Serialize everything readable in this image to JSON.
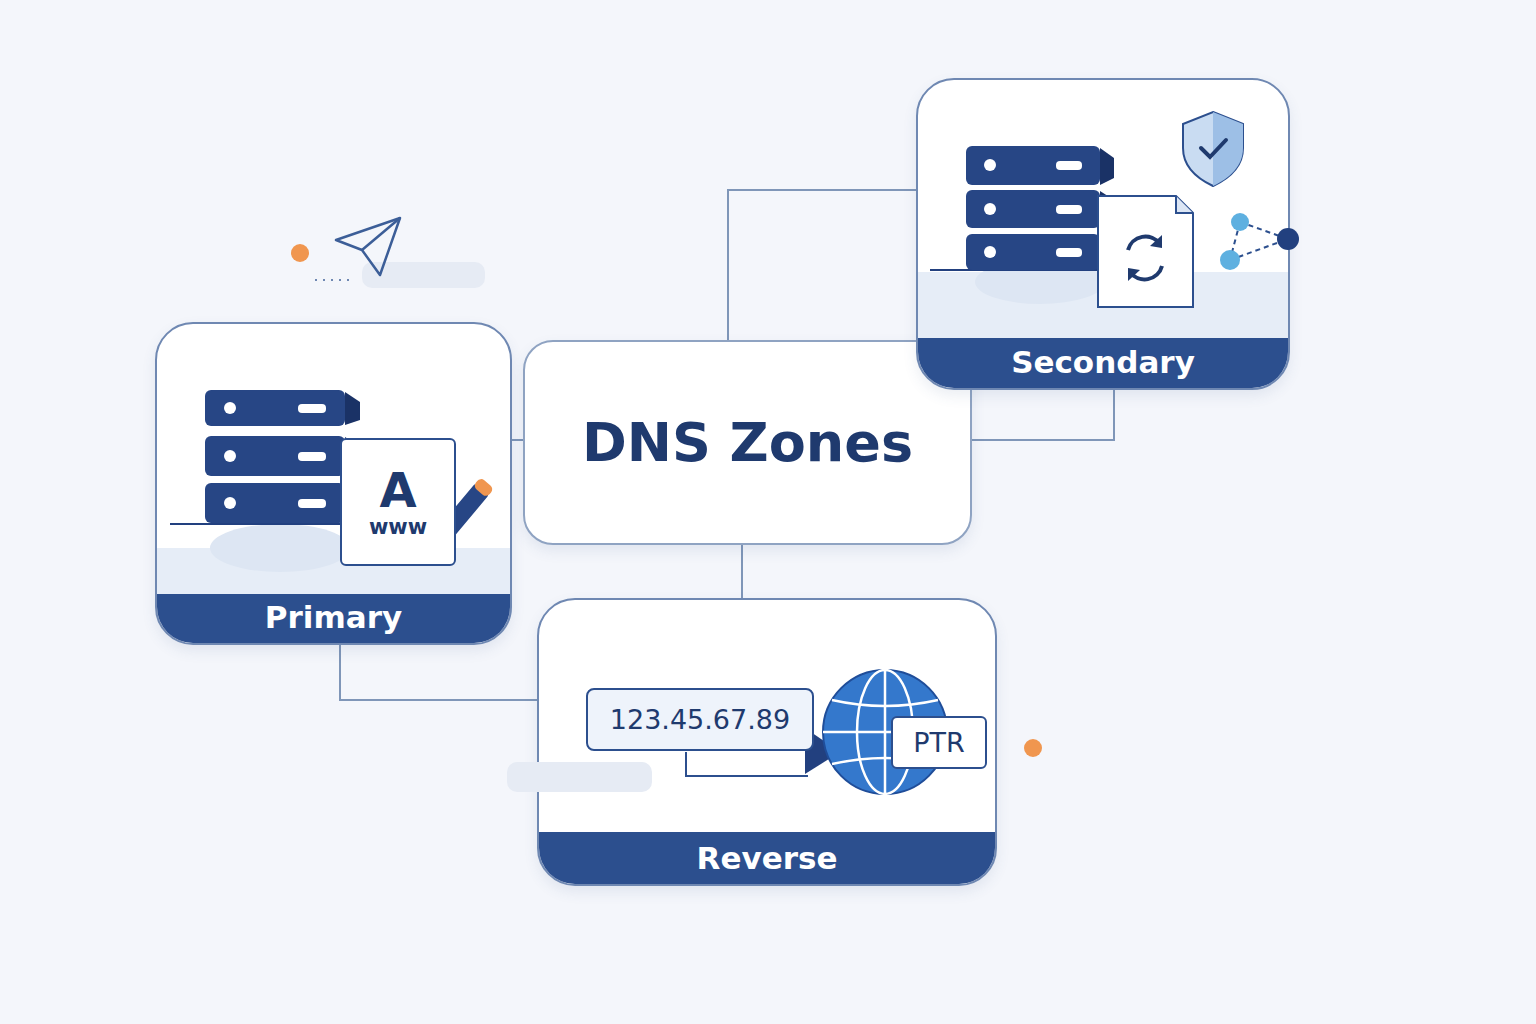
{
  "diagram": {
    "nodes": [
      {
        "text": [
          "DNS Zones"
        ]
      },
      {
        "text": [
          "Primary"
        ]
      },
      {
        "text": [
          "A",
          "www"
        ],
        "in": 1
      },
      {
        "text": [
          "Secondary"
        ]
      },
      {
        "text": [
          "Reverse"
        ]
      },
      {
        "text": [
          "123.45.67.89"
        ],
        "in": 4
      },
      {
        "text": [
          "PTR"
        ],
        "in": 4
      }
    ],
    "edges": [
      {
        "from": 1,
        "to": 0,
        "arrow": "none"
      },
      {
        "from": 0,
        "to": 3,
        "arrow": "none"
      },
      {
        "from": 3,
        "to": 0,
        "arrow": "none"
      },
      {
        "from": 0,
        "to": 4,
        "arrow": "none"
      },
      {
        "from": 1,
        "to": 4,
        "arrow": "none"
      }
    ]
  }
}
